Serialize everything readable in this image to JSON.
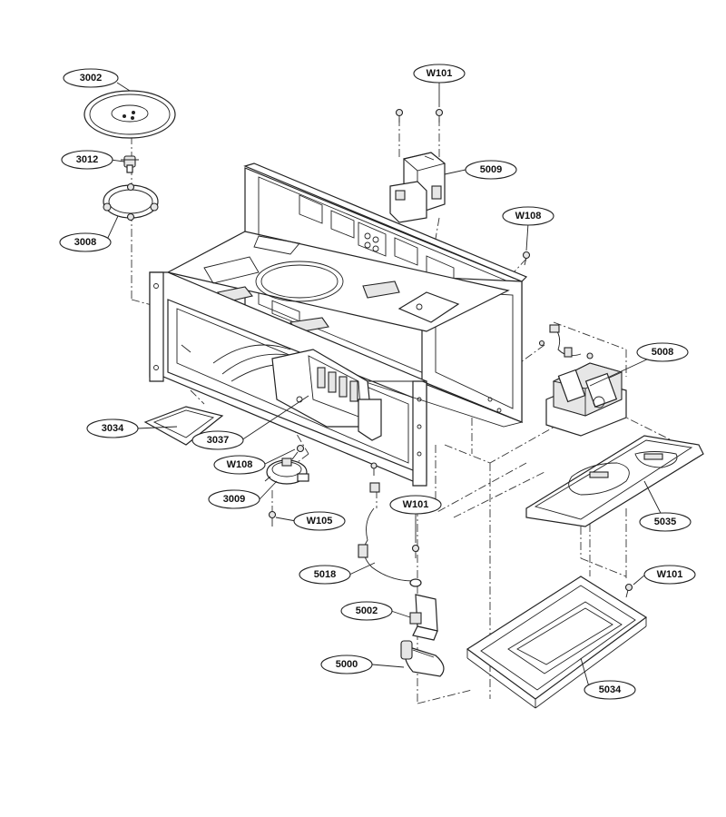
{
  "callouts": {
    "c3002": "3002",
    "c3012": "3012",
    "c3008": "3008",
    "c3034": "3034",
    "c3037": "3037",
    "cW108a": "W108",
    "c3009": "3009",
    "cW105": "W105",
    "cW101a": "W101",
    "c5009": "5009",
    "cW108b": "W108",
    "c5008": "5008",
    "c5035": "5035",
    "cW101b": "W101",
    "c5018": "5018",
    "c5002": "5002",
    "c5000": "5000",
    "cW101c": "W101",
    "c5034": "5034"
  },
  "colors": {
    "line": "#222222",
    "background": "#ffffff"
  }
}
